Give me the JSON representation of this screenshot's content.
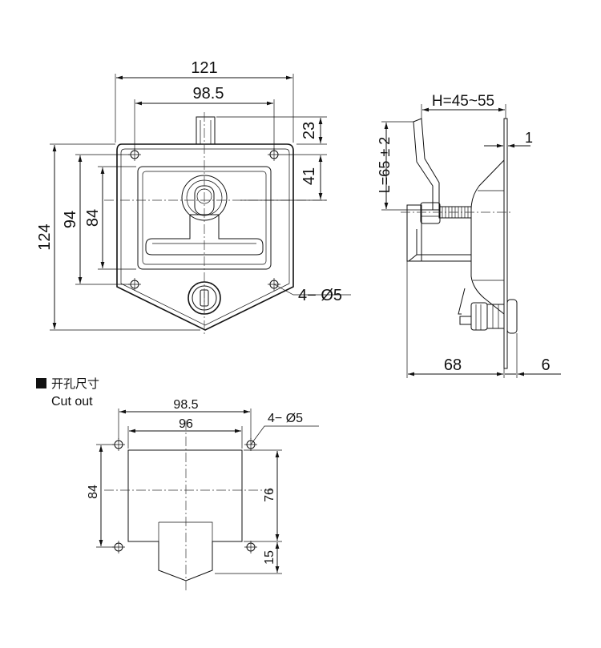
{
  "front_view": {
    "dim_width_total": "121",
    "dim_width_holes": "98.5",
    "dim_height_total": "124",
    "dim_height_holes": "94",
    "dim_height_inner": "84",
    "dim_top_tab": "23",
    "dim_hole_offset": "41",
    "dim_holes_label": "4− Ø5"
  },
  "side_view": {
    "dim_grip_range": "H=45~55",
    "dim_handle_length": "L=65 ± 2",
    "dim_plate_thickness": "1",
    "dim_depth": "68",
    "dim_flange": "6"
  },
  "cutout": {
    "section_title_cn": "开孔尺寸",
    "section_title_en": "Cut out",
    "dim_width_holes": "98.5",
    "dim_width_cut": "96",
    "dim_height_holes": "84",
    "dim_height_cut": "76",
    "dim_bottom": "15",
    "dim_holes_label": "4− Ø5"
  }
}
